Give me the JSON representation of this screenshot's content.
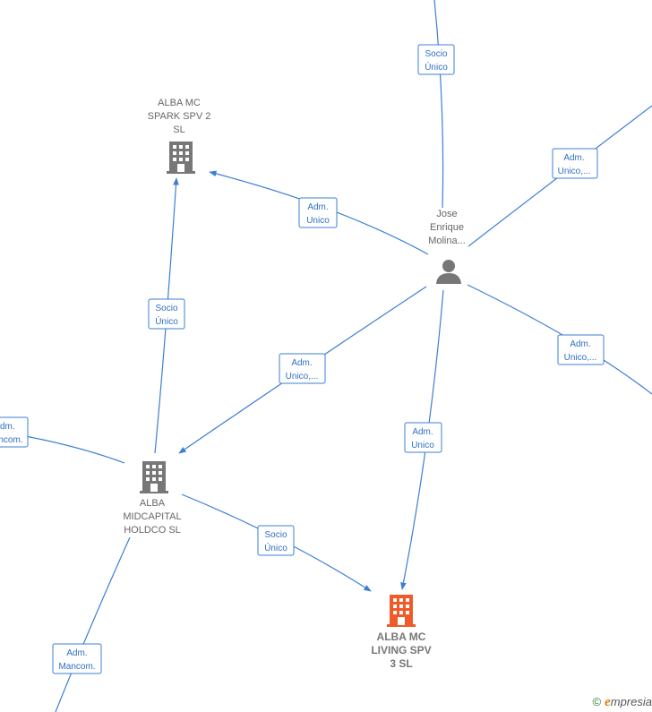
{
  "nodes": {
    "spark": {
      "label": "ALBA MC\nSPARK SPV 2\nSL",
      "icon": "building-icon",
      "color": "#777777"
    },
    "person": {
      "label": "Jose\nEnrique\nMolina...",
      "icon": "person-icon",
      "color": "#777777"
    },
    "midcapital": {
      "label": "ALBA\nMIDCAPITAL\nHOLDCO  SL",
      "icon": "building-icon",
      "color": "#777777"
    },
    "living": {
      "label": "ALBA MC\nLIVING SPV\n3  SL",
      "icon": "building-icon",
      "color": "#f05a28"
    }
  },
  "edge_labels": {
    "top_socio": [
      "Socio",
      "Único"
    ],
    "person_spark": [
      "Adm.",
      "Unico"
    ],
    "right_upper": [
      "Adm.",
      "Unico,..."
    ],
    "mid_socio": [
      "Socio",
      "Único"
    ],
    "person_mid": [
      "Adm.",
      "Unico,..."
    ],
    "right_lower": [
      "Adm.",
      "Unico,..."
    ],
    "left_mancom": [
      "Adm.",
      "Mancom."
    ],
    "person_living": [
      "Adm.",
      "Unico"
    ],
    "mid_living": [
      "Socio",
      "Único"
    ],
    "bottom_mancom": [
      "Adm.",
      "Mancom."
    ]
  },
  "brand": {
    "copyright": "©",
    "e": "e",
    "rest": "mpresia"
  },
  "colors": {
    "edge": "#3b7fd4",
    "main_node": "#f05a28",
    "node": "#777777"
  }
}
